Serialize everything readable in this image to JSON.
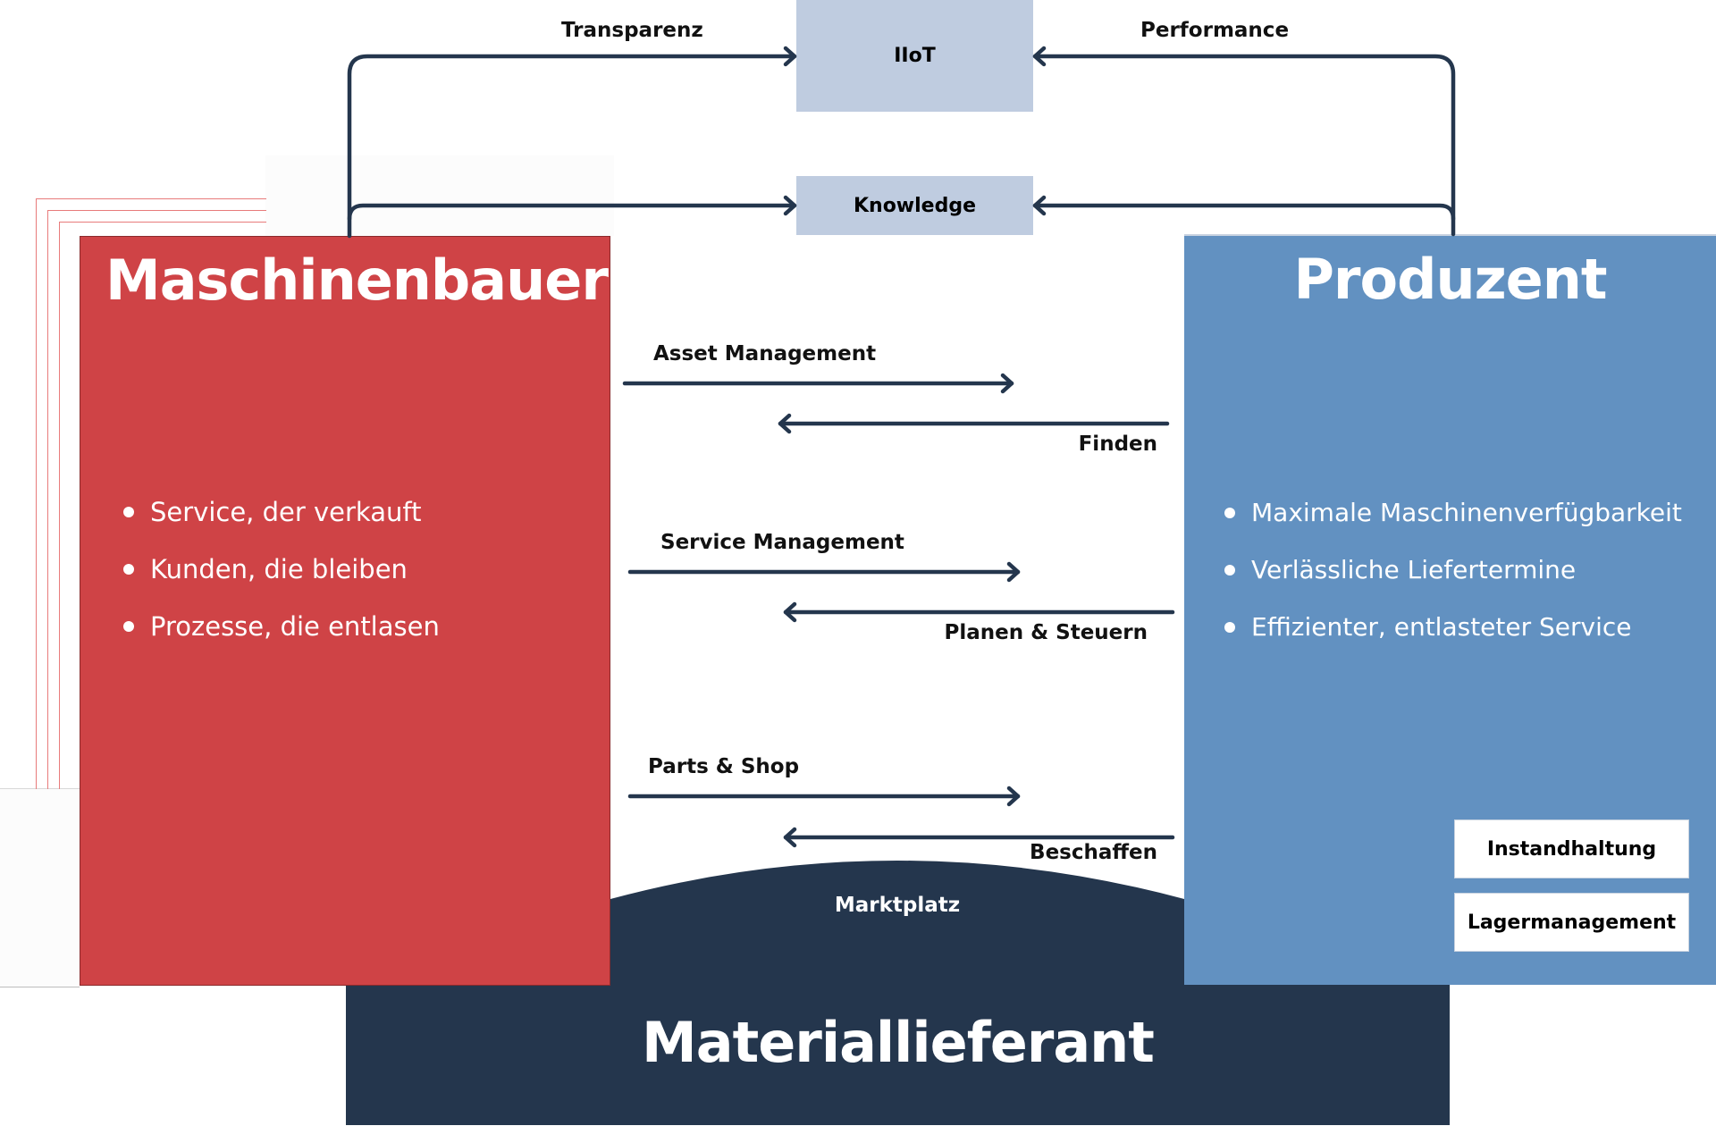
{
  "top": {
    "iiot_label": "IIoT",
    "knowledge_label": "Knowledge",
    "left_flow_label": "Transparenz",
    "right_flow_label": "Performance"
  },
  "maschinenbauer": {
    "title": "Maschinenbauer",
    "color": "#cf4346",
    "bullets": [
      "Service, der verkauft",
      "Kunden, die bleiben",
      "Prozesse, die entlasen"
    ]
  },
  "produzent": {
    "title": "Produzent",
    "color": "#6291c1",
    "bullets": [
      "Maximale Maschinenverfügbarkeit",
      "Verlässliche Liefertermine",
      "Effizienter, entlasteter Service"
    ],
    "tags": [
      "Instandhaltung",
      "Lagermanagement"
    ]
  },
  "materiallieferant": {
    "title": "Materiallieferant",
    "color": "#24364d",
    "marketplace_label": "Marktplatz"
  },
  "flows": [
    {
      "forward": "Asset Management",
      "backward": "Finden"
    },
    {
      "forward": "Service Management",
      "backward": "Planen & Steuern"
    },
    {
      "forward": "Parts & Shop",
      "backward": "Beschaffen"
    }
  ],
  "colors": {
    "arrow": "#24364d",
    "tag_box": "#bfcce0",
    "deco_line": "#e87b7b"
  }
}
